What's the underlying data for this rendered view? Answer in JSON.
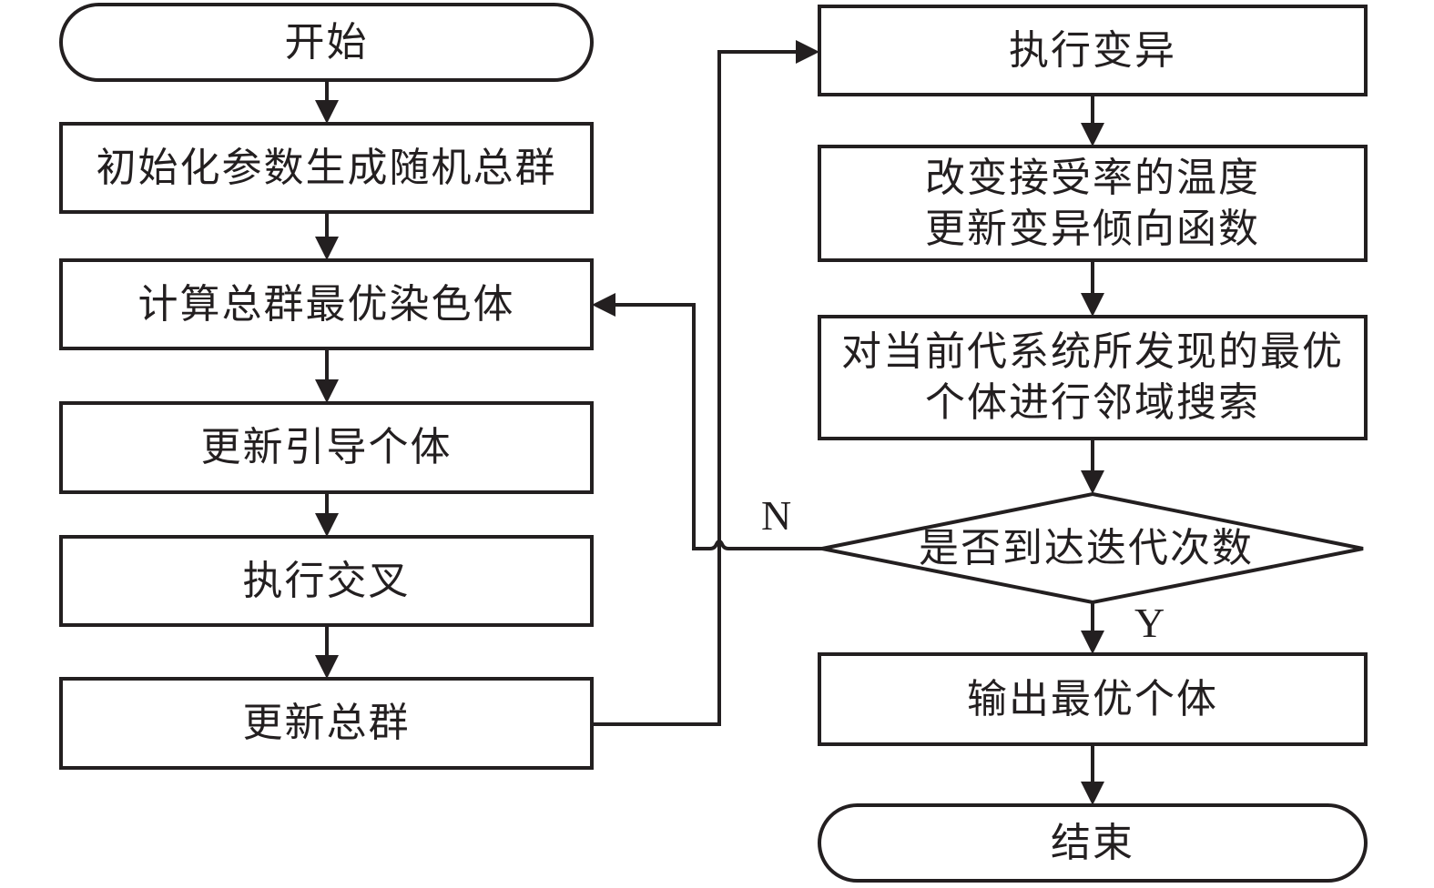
{
  "diagram": {
    "type": "flowchart",
    "nodes": {
      "start": {
        "shape": "terminal",
        "lines": [
          "开始"
        ]
      },
      "init": {
        "shape": "process",
        "lines": [
          "初始化参数生成随机总群"
        ]
      },
      "calc_best": {
        "shape": "process",
        "lines": [
          "计算总群最优染色体"
        ]
      },
      "update_guide": {
        "shape": "process",
        "lines": [
          "更新引导个体"
        ]
      },
      "crossover": {
        "shape": "process",
        "lines": [
          "执行交叉"
        ]
      },
      "update_pop": {
        "shape": "process",
        "lines": [
          "更新总群"
        ]
      },
      "mutate": {
        "shape": "process",
        "lines": [
          "执行变异"
        ]
      },
      "temperature": {
        "shape": "process",
        "lines": [
          "改变接受率的温度",
          "更新变异倾向函数"
        ]
      },
      "local_search": {
        "shape": "process",
        "lines": [
          "对当前代系统所发现的最优",
          "个体进行邻域搜索"
        ]
      },
      "check_iter": {
        "shape": "decision",
        "lines": [
          "是否到达迭代次数"
        ]
      },
      "output": {
        "shape": "process",
        "lines": [
          "输出最优个体"
        ]
      },
      "end": {
        "shape": "terminal",
        "lines": [
          "结束"
        ]
      }
    },
    "edges": [
      {
        "from": "start",
        "to": "init",
        "label": ""
      },
      {
        "from": "init",
        "to": "calc_best",
        "label": ""
      },
      {
        "from": "calc_best",
        "to": "update_guide",
        "label": ""
      },
      {
        "from": "update_guide",
        "to": "crossover",
        "label": ""
      },
      {
        "from": "crossover",
        "to": "update_pop",
        "label": ""
      },
      {
        "from": "update_pop",
        "to": "mutate",
        "label": ""
      },
      {
        "from": "mutate",
        "to": "temperature",
        "label": ""
      },
      {
        "from": "temperature",
        "to": "local_search",
        "label": ""
      },
      {
        "from": "local_search",
        "to": "check_iter",
        "label": ""
      },
      {
        "from": "check_iter",
        "to": "calc_best",
        "label": "N"
      },
      {
        "from": "check_iter",
        "to": "output",
        "label": "Y"
      },
      {
        "from": "output",
        "to": "end",
        "label": ""
      }
    ],
    "labels": {
      "no": "N",
      "yes": "Y"
    },
    "colors": {
      "stroke": "#231f20",
      "fill": "#ffffff",
      "text": "#231f20"
    }
  }
}
